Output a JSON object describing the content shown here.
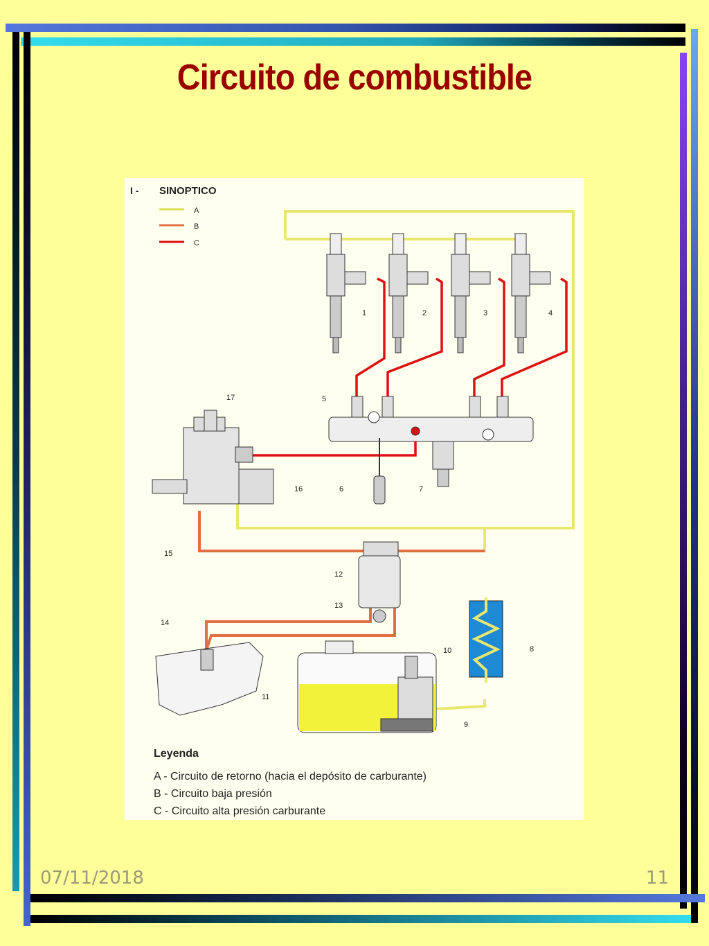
{
  "slide": {
    "title": "Circuito de combustible",
    "date": "07/11/2018",
    "page_number": "11"
  },
  "diagram": {
    "section": "I -",
    "heading": "SINOPTICO",
    "key": [
      {
        "letter": "A",
        "color": "#dddd55"
      },
      {
        "letter": "B",
        "color": "#e07040"
      },
      {
        "letter": "C",
        "color": "#dd1111"
      }
    ],
    "component_numbers": [
      "1",
      "2",
      "3",
      "4",
      "5",
      "6",
      "7",
      "8",
      "9",
      "10",
      "11",
      "12",
      "13",
      "14",
      "15",
      "16",
      "17"
    ],
    "legend_title": "Leyenda",
    "legend_items": [
      "A - Circuito de retorno (hacia el depósito de carburante)",
      "B - Circuito baja presión",
      "C - Circuito alta presión carburante"
    ]
  },
  "colors": {
    "background": "#ffff99",
    "title": "#990000",
    "return_line": "#e8e870",
    "low_pressure_line": "#e07040",
    "high_pressure_line": "#dd1111",
    "fuel": "#f2f23a",
    "cooler": "#1e8ad6"
  }
}
